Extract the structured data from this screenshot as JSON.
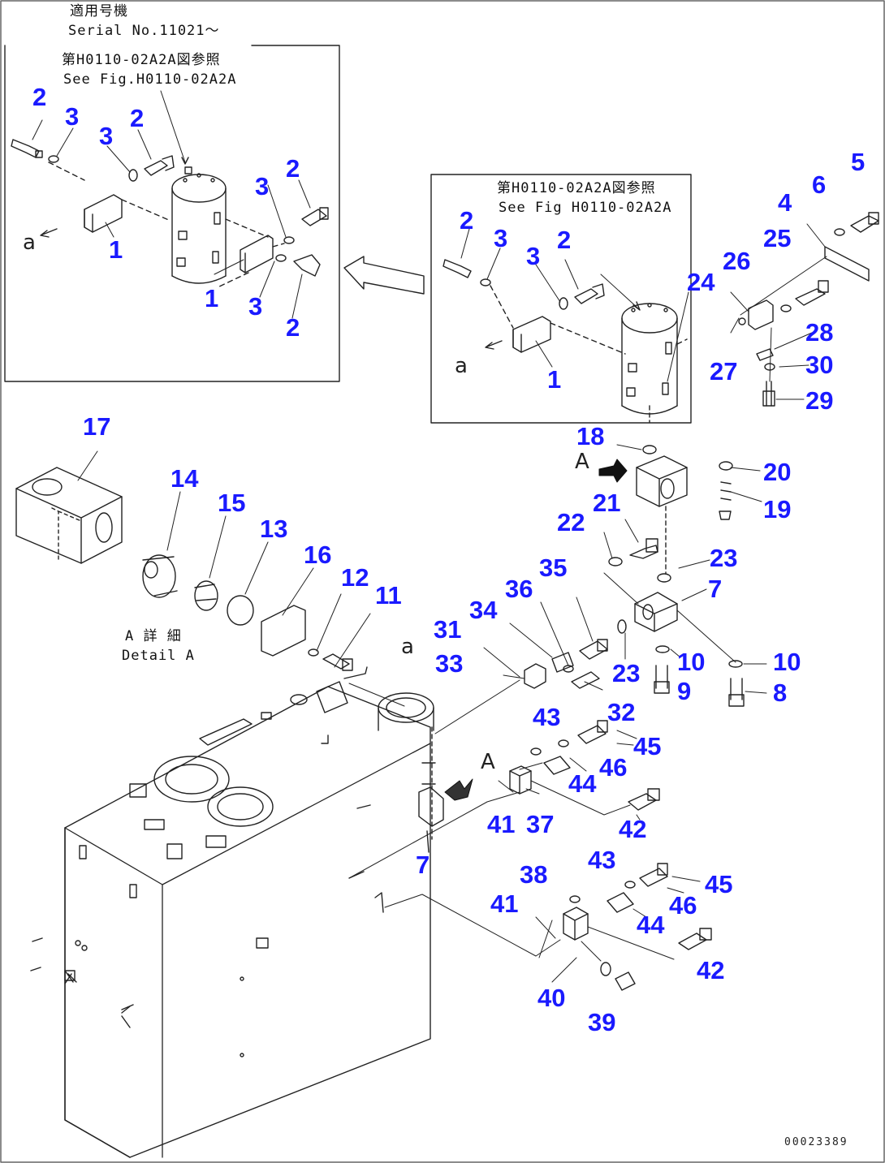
{
  "notes": {
    "serial_jp": "適用号機",
    "serial_en": "Serial No.11021～",
    "ref1_jp": "第H0110-02A2A図参照",
    "ref1_en": "See Fig.H0110-02A2A",
    "ref2_jp": "第H0110-02A2A図参照",
    "ref2_en": "See Fig H0110-02A2A",
    "detail_jp": "A 詳 細",
    "detail_en": "Detail A"
  },
  "view_letters": {
    "a1": "a",
    "a2": "a",
    "a3": "a",
    "A1": "A",
    "A2": "A"
  },
  "doc_number": "00023389",
  "callouts": [
    {
      "label": "2"
    },
    {
      "label": "3"
    },
    {
      "label": "3"
    },
    {
      "label": "2"
    },
    {
      "label": "3"
    },
    {
      "label": "2"
    },
    {
      "label": "1"
    },
    {
      "label": "1"
    },
    {
      "label": "3"
    },
    {
      "label": "2"
    },
    {
      "label": "2"
    },
    {
      "label": "3"
    },
    {
      "label": "3"
    },
    {
      "label": "2"
    },
    {
      "label": "1"
    },
    {
      "label": "5"
    },
    {
      "label": "6"
    },
    {
      "label": "4"
    },
    {
      "label": "25"
    },
    {
      "label": "26"
    },
    {
      "label": "24"
    },
    {
      "label": "28"
    },
    {
      "label": "30"
    },
    {
      "label": "27"
    },
    {
      "label": "29"
    },
    {
      "label": "18"
    },
    {
      "label": "20"
    },
    {
      "label": "19"
    },
    {
      "label": "21"
    },
    {
      "label": "22"
    },
    {
      "label": "23"
    },
    {
      "label": "7"
    },
    {
      "label": "35"
    },
    {
      "label": "36"
    },
    {
      "label": "34"
    },
    {
      "label": "31"
    },
    {
      "label": "33"
    },
    {
      "label": "23"
    },
    {
      "label": "10"
    },
    {
      "label": "10"
    },
    {
      "label": "9"
    },
    {
      "label": "8"
    },
    {
      "label": "32"
    },
    {
      "label": "43"
    },
    {
      "label": "45"
    },
    {
      "label": "46"
    },
    {
      "label": "44"
    },
    {
      "label": "41"
    },
    {
      "label": "37"
    },
    {
      "label": "42"
    },
    {
      "label": "7"
    },
    {
      "label": "38"
    },
    {
      "label": "43"
    },
    {
      "label": "45"
    },
    {
      "label": "46"
    },
    {
      "label": "41"
    },
    {
      "label": "44"
    },
    {
      "label": "42"
    },
    {
      "label": "40"
    },
    {
      "label": "39"
    },
    {
      "label": "17"
    },
    {
      "label": "14"
    },
    {
      "label": "15"
    },
    {
      "label": "13"
    },
    {
      "label": "16"
    },
    {
      "label": "12"
    },
    {
      "label": "11"
    }
  ]
}
